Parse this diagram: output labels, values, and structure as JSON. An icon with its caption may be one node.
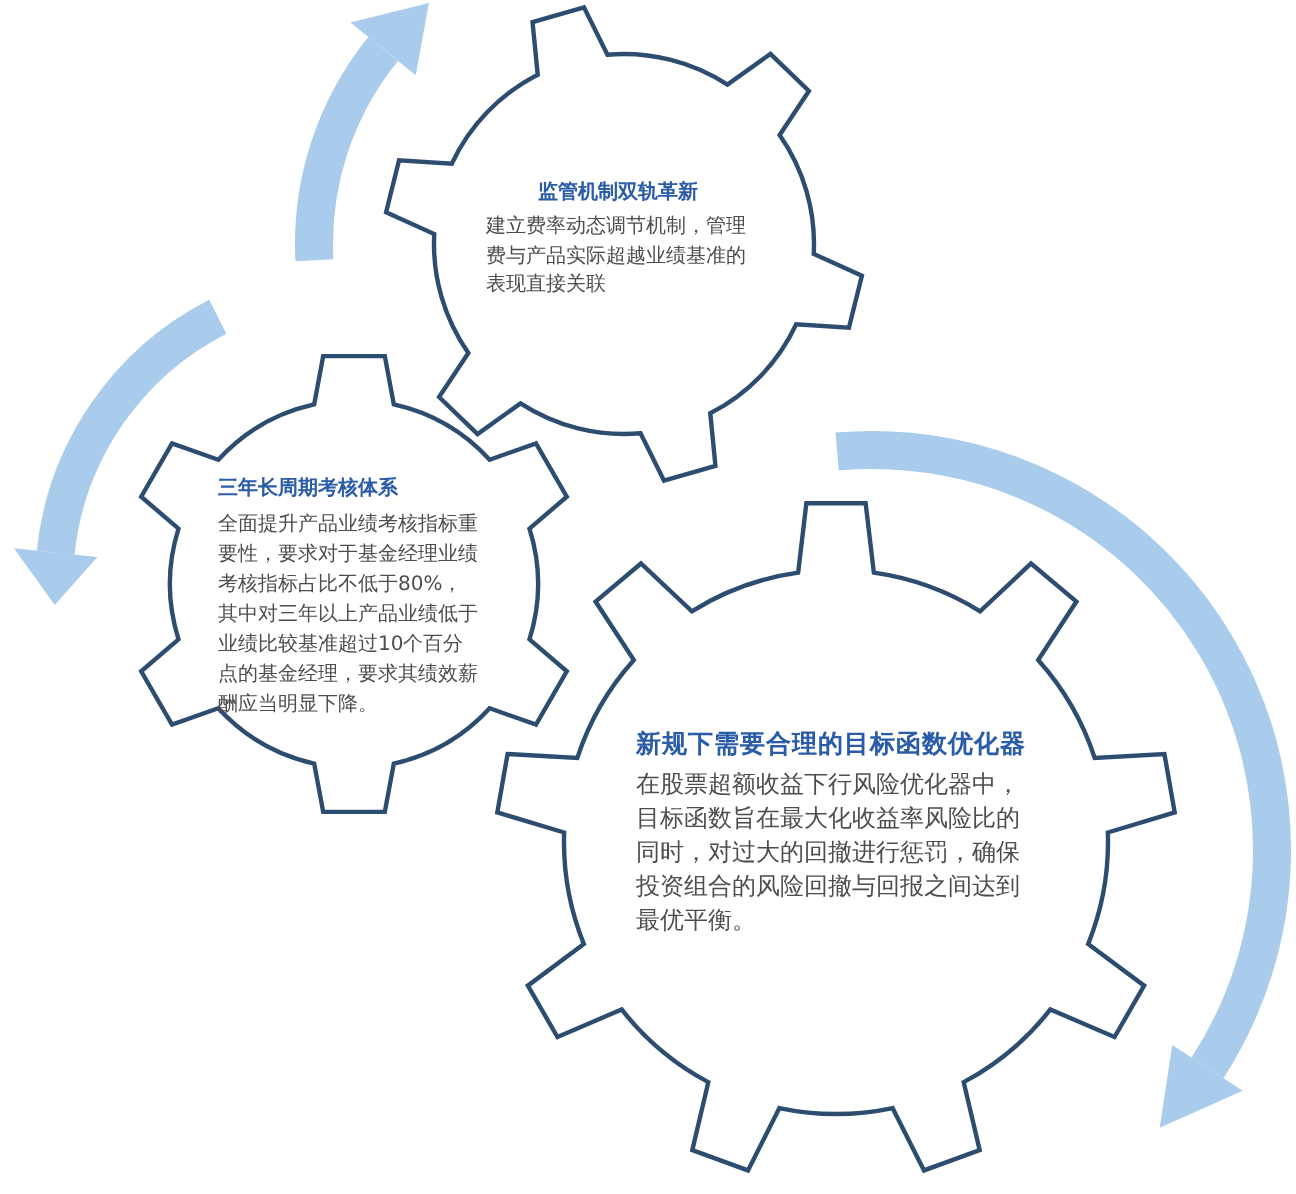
{
  "diagram": {
    "nodes": [
      {
        "text": [
          "监管机制双轨革新",
          "建立费率动态调节机制，管理费与产品实际超越业绩基准的表现直接关联"
        ]
      },
      {
        "text": [
          "三年长周期考核体系",
          "全面提升产品业绩考核指标重要性，要求对于基金经理业绩考核指标占比不低于80%，其中对三年以上产品业绩低于业绩比较基准超过10个百分点的基金经理，要求其绩效薪酬应当明显下降。"
        ]
      },
      {
        "text": [
          "新规下需要合理的目标函数优化器",
          "在股票超额收益下行风险优化器中，目标函数旨在最大化收益率风险比的同时，对过大的回撤进行惩罚，确保投资组合的风险回撤与回报之间达到最优平衡。"
        ]
      }
    ]
  }
}
